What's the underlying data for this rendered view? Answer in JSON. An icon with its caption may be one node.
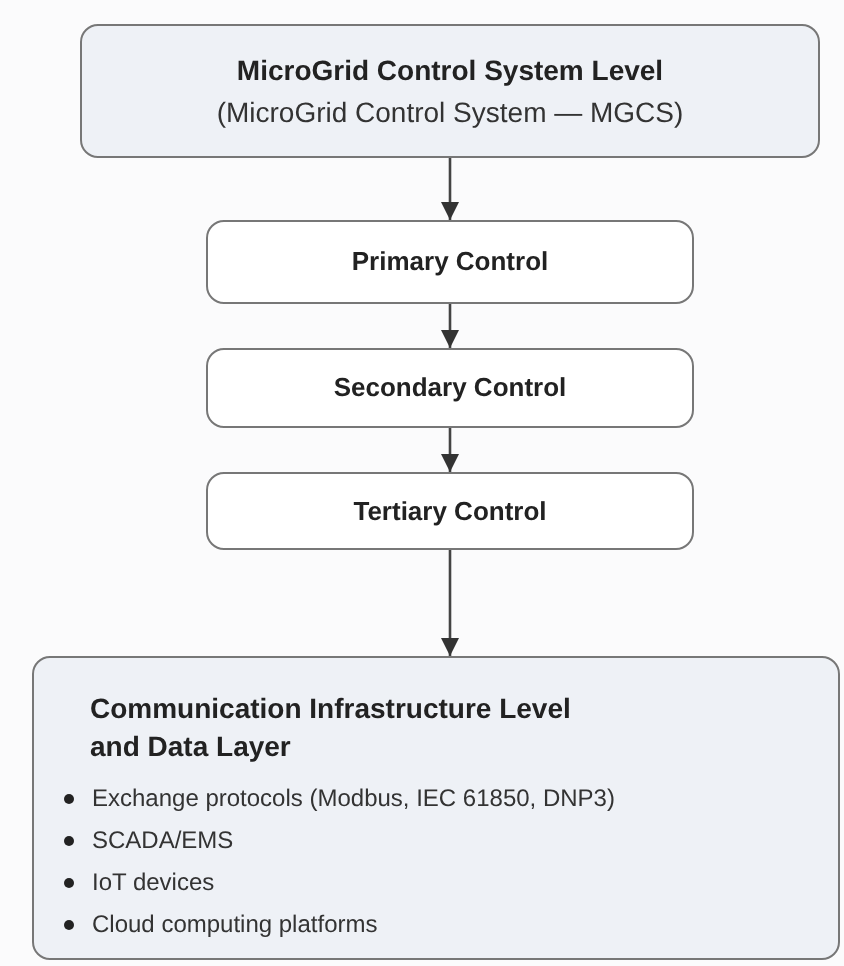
{
  "diagram": {
    "nodes": [
      {
        "text": [
          "MicroGrid Control System Level",
          "(MicroGrid Control System — MGCS)"
        ]
      },
      {
        "text": [
          "Primary Control"
        ]
      },
      {
        "text": [
          "Secondary Control"
        ]
      },
      {
        "text": [
          "Tertiary Control"
        ]
      },
      {
        "text": [
          "Communication Infrastructure Level and Data Layer",
          "Exchange protocols (Modbus, IEC 61850, DNP3)",
          "SCADA/EMS",
          "IoT devices",
          "Cloud computing platforms"
        ]
      }
    ],
    "edges": [
      {
        "from": 0,
        "to": 1,
        "arrow": "to"
      },
      {
        "from": 1,
        "to": 2,
        "arrow": "to"
      },
      {
        "from": 2,
        "to": 3,
        "arrow": "to"
      },
      {
        "from": 3,
        "to": 4,
        "arrow": "to"
      }
    ]
  }
}
